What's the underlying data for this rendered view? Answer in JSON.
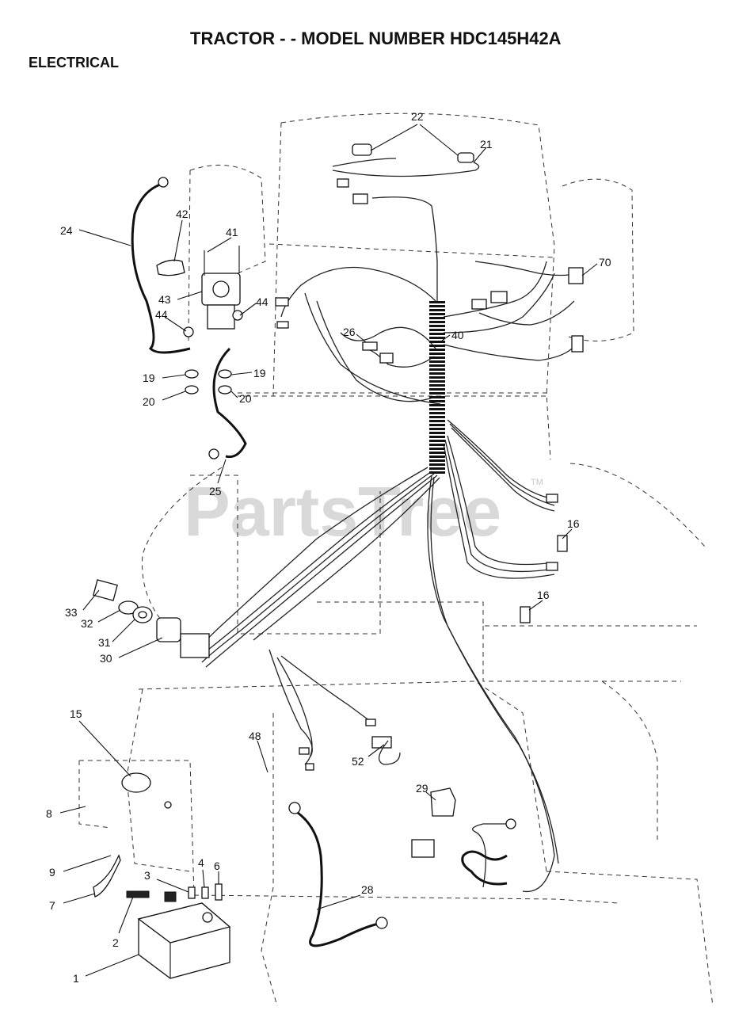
{
  "header": {
    "title": "TRACTOR - - MODEL NUMBER HDC145H42A",
    "section": "ELECTRICAL"
  },
  "watermark": {
    "text": "PartsTree",
    "trademark": "TM"
  },
  "callouts": [
    "22",
    "21",
    "24",
    "42",
    "41",
    "70",
    "43",
    "44",
    "44",
    "40",
    "26",
    "19",
    "19",
    "20",
    "20",
    "25",
    "16",
    "16",
    "33",
    "32",
    "31",
    "30",
    "15",
    "48",
    "52",
    "29",
    "8",
    "9",
    "4",
    "6",
    "3",
    "7",
    "28",
    "2",
    "1"
  ]
}
